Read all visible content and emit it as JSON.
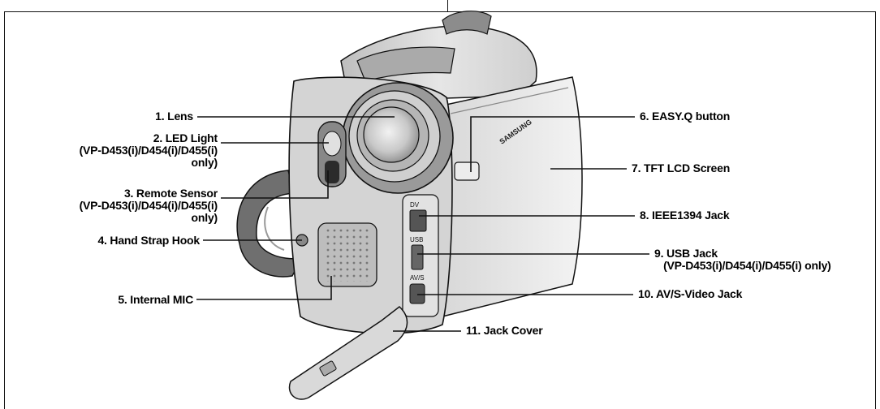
{
  "labels": {
    "lens": "1. Lens",
    "led_light": "2. LED Light\n(VP-D453(i)/D454(i)/D455(i)\nonly)",
    "remote_sensor": "3. Remote Sensor\n(VP-D453(i)/D454(i)/D455(i)\nonly)",
    "hand_strap_hook": "4. Hand Strap Hook",
    "internal_mic": "5. Internal MIC",
    "easyq_button": "6. EASY.Q button",
    "tft_lcd": "7. TFT LCD Screen",
    "ieee1394": "8. IEEE1394 Jack",
    "usb_jack": "9. USB Jack\n   (VP-D453(i)/D454(i)/D455(i) only)",
    "av_jack": "10. AV/S-Video Jack",
    "jack_cover": "11. Jack Cover"
  },
  "device": {
    "brand": "SAMSUNG",
    "port_dv": "DV",
    "port_usb": "USB",
    "port_av": "AV/S"
  }
}
